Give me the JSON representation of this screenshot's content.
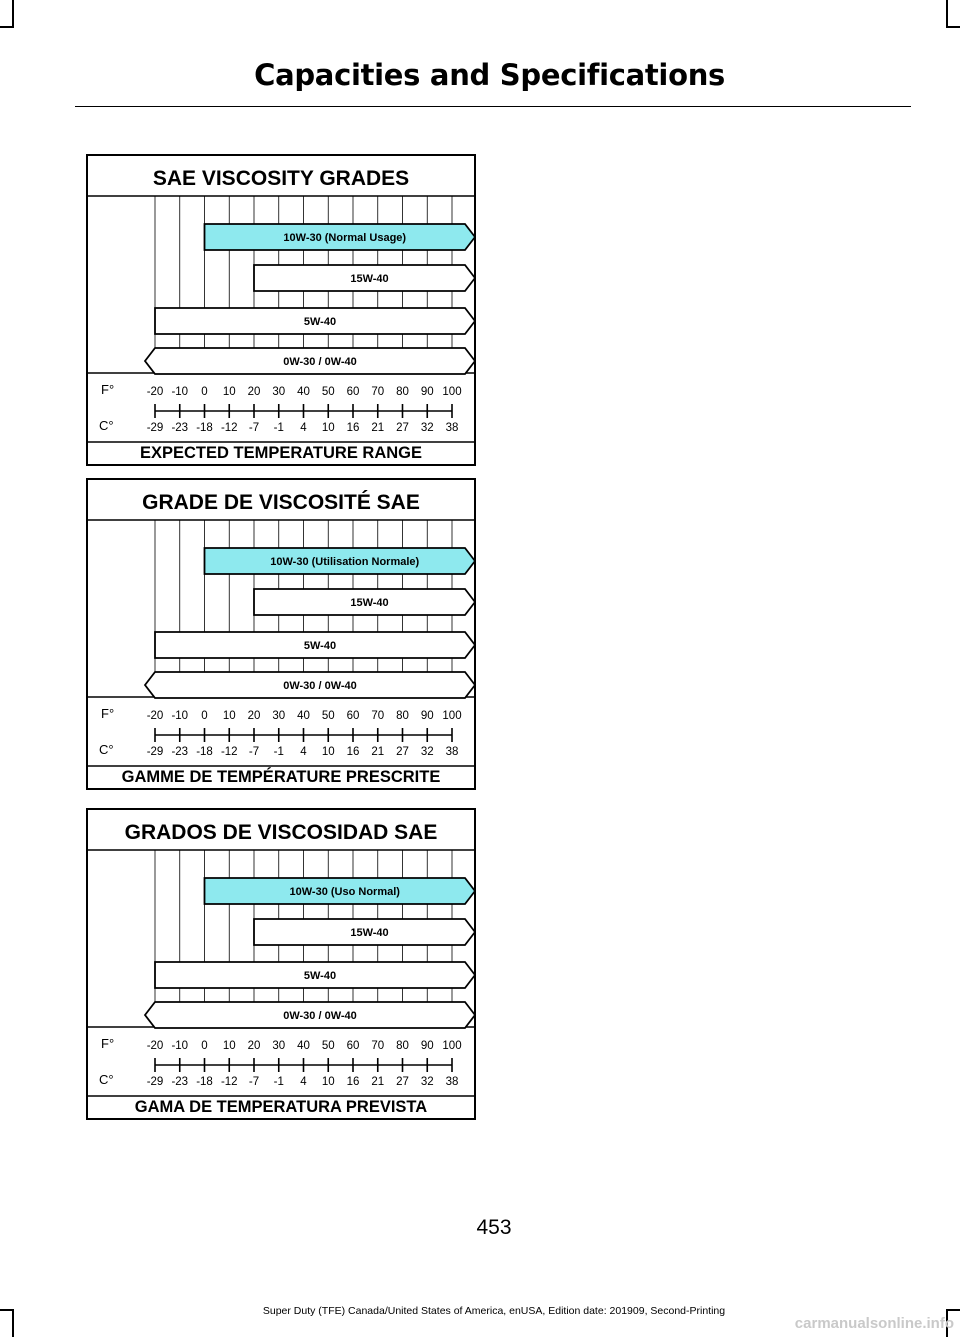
{
  "header": {
    "title": "Capacities and Specifications"
  },
  "charts_shared": {
    "f_label": "F°",
    "c_label": "C°",
    "f_ticks": [
      "-20",
      "-10",
      "0",
      "10",
      "20",
      "30",
      "40",
      "50",
      "60",
      "70",
      "80",
      "90",
      "100"
    ],
    "c_ticks": [
      "-29",
      "-23",
      "-18",
      "-12",
      "-7",
      "-1",
      "4",
      "10",
      "16",
      "21",
      "27",
      "32",
      "38"
    ],
    "highlight_color": "#8ee9ee",
    "bar_color": "#ffffff"
  },
  "chart_data": [
    {
      "type": "range_bar",
      "title": "SAE VISCOSITY GRADES",
      "xlabel": "EXPECTED TEMPERATURE RANGE",
      "x_unit": "F°",
      "xlim": [
        -20,
        100
      ],
      "series": [
        {
          "name": "10W-30 (Normal Usage)",
          "start": 0,
          "end": 100,
          "highlight": true,
          "open_left": false
        },
        {
          "name": "15W-40",
          "start": 20,
          "end": 100,
          "highlight": false,
          "open_left": false
        },
        {
          "name": "5W-40",
          "start": -20,
          "end": 100,
          "highlight": false,
          "open_left": false
        },
        {
          "name": "0W-30 / 0W-40",
          "start": -20,
          "end": 100,
          "highlight": false,
          "open_left": true
        }
      ]
    },
    {
      "type": "range_bar",
      "title": "GRADE DE VISCOSITÉ SAE",
      "xlabel": "GAMME DE TEMPÉRATURE PRESCRITE",
      "x_unit": "F°",
      "xlim": [
        -20,
        100
      ],
      "series": [
        {
          "name": "10W-30 (Utilisation Normale)",
          "start": 0,
          "end": 100,
          "highlight": true,
          "open_left": false
        },
        {
          "name": "15W-40",
          "start": 20,
          "end": 100,
          "highlight": false,
          "open_left": false
        },
        {
          "name": "5W-40",
          "start": -20,
          "end": 100,
          "highlight": false,
          "open_left": false
        },
        {
          "name": "0W-30 / 0W-40",
          "start": -20,
          "end": 100,
          "highlight": false,
          "open_left": true
        }
      ]
    },
    {
      "type": "range_bar",
      "title": "GRADOS DE VISCOSIDAD SAE",
      "xlabel": "GAMA DE TEMPERATURA PREVISTA",
      "x_unit": "F°",
      "xlim": [
        -20,
        100
      ],
      "series": [
        {
          "name": "10W-30 (Uso Normal)",
          "start": 0,
          "end": 100,
          "highlight": true,
          "open_left": false
        },
        {
          "name": "15W-40",
          "start": 20,
          "end": 100,
          "highlight": false,
          "open_left": false
        },
        {
          "name": "5W-40",
          "start": -20,
          "end": 100,
          "highlight": false,
          "open_left": false
        },
        {
          "name": "0W-30 / 0W-40",
          "start": -20,
          "end": 100,
          "highlight": false,
          "open_left": true
        }
      ]
    }
  ],
  "page_number": "453",
  "footer": {
    "text": "Super Duty (TFE) Canada/United States of America, enUSA, Edition date: 201909, Second-Printing"
  },
  "watermark": "carmanualsonline.info"
}
